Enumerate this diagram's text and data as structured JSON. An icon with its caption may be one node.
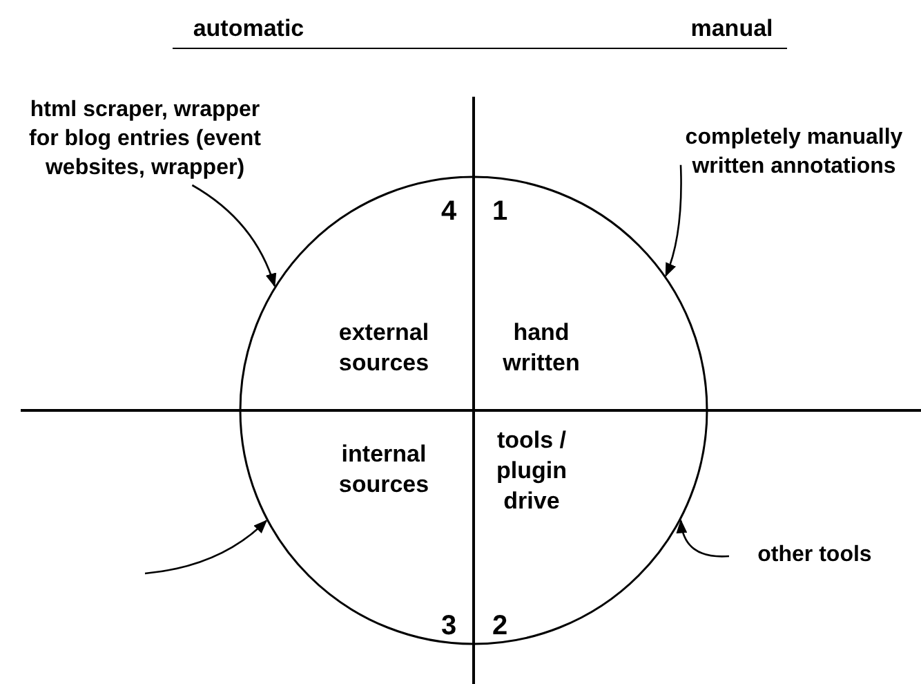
{
  "diagram": {
    "nodes": [
      {
        "text": [
          "html scraper, wrapper for blog entries (event websites, wrapper)"
        ]
      },
      {
        "text": [
          "completely manually written annotations"
        ]
      },
      {
        "text": [],
        "shape": "circle"
      },
      {
        "text": [
          "other tools"
        ]
      }
    ],
    "edges": [
      {
        "from": 0,
        "to": 2,
        "arrow": "to"
      },
      {
        "from": 1,
        "to": 2,
        "arrow": "to"
      },
      {
        "from": null,
        "to": 2,
        "arrow": "to"
      },
      {
        "from": 3,
        "to": 2,
        "arrow": "to"
      }
    ],
    "labels": [
      "automatic",
      "manual",
      "4",
      "1",
      "external sources",
      "hand written",
      "internal sources",
      "tools / plugin drive",
      "3",
      "2"
    ]
  }
}
